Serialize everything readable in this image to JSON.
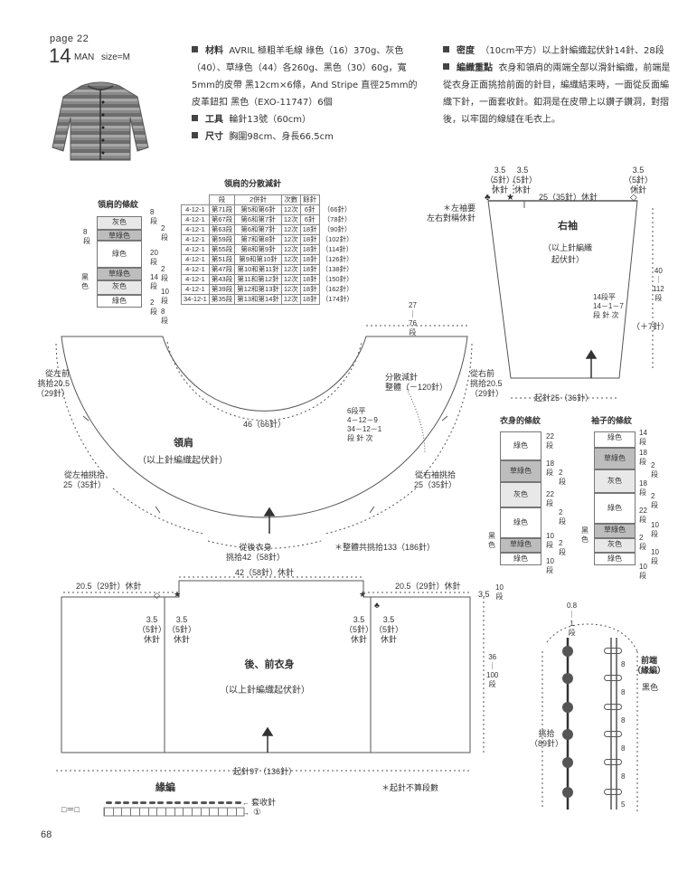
{
  "header": {
    "page": "page 22",
    "number": "14",
    "man": "MAN",
    "size": "size=M"
  },
  "specs": {
    "material_label": "材料",
    "material_text": "AVRIL 極粗羊毛線 綠色（16）370g、灰色（40）、草綠色（44）各260g、黑色（30）60g，寬5mm的皮帶 黑12cm×6條，And Stripe 直徑25mm的皮革鈕扣 黑色（EXO-11747）6個",
    "tool_label": "工具",
    "tool_text": "輪針13號（60cm）",
    "size_label": "尺寸",
    "size_text": "胸圍98cm、身長66.5cm",
    "gauge_label": "密度",
    "gauge_text": "（10cm平方）以上針編織起伏針14針、28段",
    "points_label": "編織重點",
    "points_text": "衣身和領肩的兩端全部以滑針編織，前端是從衣身正面挑拾前面的針目，編織結束時，一面從反面編織下針，一面套收針。釦洞是在皮帶上以鑽子鑽洞，對摺後，以牢固的線縫在毛衣上。"
  },
  "yoke_stripes": {
    "title": "領肩的條紋",
    "rows": [
      "灰色",
      "草綠色",
      "綠色",
      "草綠色",
      "灰色",
      "綠色"
    ],
    "side_black": "黑色",
    "left_8": "8\n段",
    "right_counts": [
      "8\n段",
      "2\n段",
      "20\n段",
      "2\n段",
      "14\n段",
      "10\n段",
      "2\n段",
      "8\n段"
    ]
  },
  "dec_table": {
    "title": "領肩的分散減針",
    "header": [
      "段",
      "2併針",
      "次數",
      "餘針"
    ],
    "rows": [
      [
        "4-12-1",
        "第71段",
        "第5和第6針",
        "12次",
        "6針",
        "（66針）"
      ],
      [
        "4-12-1",
        "第67段",
        "第6和第7針",
        "12次",
        "6針",
        "（78針）"
      ],
      [
        "4-12-1",
        "第63段",
        "第6和第7針",
        "12次",
        "18針",
        "（90針）"
      ],
      [
        "4-12-1",
        "第59段",
        "第7和第8針",
        "12次",
        "18針",
        "（102針）"
      ],
      [
        "4-12-1",
        "第55段",
        "第8和第9針",
        "12次",
        "18針",
        "（114針）"
      ],
      [
        "4-12-1",
        "第51段",
        "第9和第10針",
        "12次",
        "18針",
        "（126針）"
      ],
      [
        "4-12-1",
        "第47段",
        "第10和第11針",
        "12次",
        "18針",
        "（138針）"
      ],
      [
        "4-12-1",
        "第43段",
        "第11和第12針",
        "12次",
        "18針",
        "（150針）"
      ],
      [
        "4-12-1",
        "第39段",
        "第12和第13針",
        "12次",
        "18針",
        "（162針）"
      ],
      [
        "34-12-1",
        "第35段",
        "第13和第14針",
        "12次",
        "18針",
        "（174針）"
      ]
    ]
  },
  "sleeve": {
    "title": "右袖",
    "subtitle": "（以上針編織\n起伏針）",
    "top_width": "25（35針）休針",
    "bottom_width": "起針25（36針）",
    "left_note": "＊左袖要\n左右對稱休針",
    "marks": [
      "3.5\n（5針）\n休針",
      "3.5\n（5針）\n休針",
      "3.5\n（5針）\n休針"
    ],
    "height": "40\n｜\n112\n段",
    "plus": "（＋7針）",
    "inc": "14段平\n14－1－7\n段 針 次"
  },
  "yoke": {
    "title": "領肩",
    "subtitle": "（以上針編織起伏針）",
    "top_inner": "46（66針）",
    "right_top": "27\n｜\n76\n段",
    "left_front": "從左前\n挑拾20.5\n（29針）",
    "right_front": "從右前\n挑拾20.5\n（29針）",
    "dec_note": "分散減針\n整體（－120針）",
    "dec_detail": "6段平\n4－12－9\n34－12－1\n段 針 次",
    "left_sleeve": "從左袖挑拾\n25（35針）",
    "right_sleeve": "從右袖挑拾\n25（35針）",
    "back": "從後衣身\n挑拾42（58針）",
    "total": "＊整體共挑拾133（186針）"
  },
  "body": {
    "title": "後、前衣身",
    "subtitle": "（以上針編織起伏針）",
    "top_left": "20.5（29針）休針",
    "top_mid": "42（58針）休針",
    "top_right": "20.5（29針）休針",
    "marks": [
      "3.5\n（5針）\n休針",
      "3.5\n（5針）\n休針",
      "3.5\n（5針）\n休針",
      "3.5\n（5針）\n休針"
    ],
    "side_top": "3.5",
    "side_top_rows": "10\n段",
    "height": "36\n｜\n100\n段",
    "bottom": "起針97（136針）",
    "note": "＊起針不算段數"
  },
  "body_stripes": {
    "title": "衣身的條紋",
    "rows": [
      "綠色",
      "草綠色",
      "灰色",
      "綠色",
      "草綠色",
      "綠色"
    ],
    "side_black": "黑色",
    "counts": [
      "22\n段",
      "18\n段",
      "2\n段",
      "22\n段",
      "2\n段",
      "10\n段",
      "2\n段",
      "10\n段"
    ]
  },
  "sleeve_stripes": {
    "title": "袖子的條紋",
    "rows": [
      "綠色",
      "草綠色",
      "灰色",
      "綠色",
      "草綠色",
      "灰色",
      "綠色"
    ],
    "side_black": "黑色",
    "counts": [
      "14\n段",
      "18\n段",
      "2\n段",
      "18\n段",
      "2\n段",
      "22\n段",
      "10\n段",
      "2\n段",
      "10\n段",
      "10\n段"
    ]
  },
  "front_band": {
    "title": "前端\n（緣編）",
    "color": "黑色",
    "top": "0.8\n｜\n1\n段",
    "pick": "挑拾\n（89針）",
    "spacing": [
      "8",
      "8",
      "8",
      "8",
      "8",
      "5"
    ]
  },
  "edge": {
    "title": "緣編",
    "legend": "□＝□",
    "bind": "套收針",
    "circled": "①"
  },
  "page_number": "68"
}
